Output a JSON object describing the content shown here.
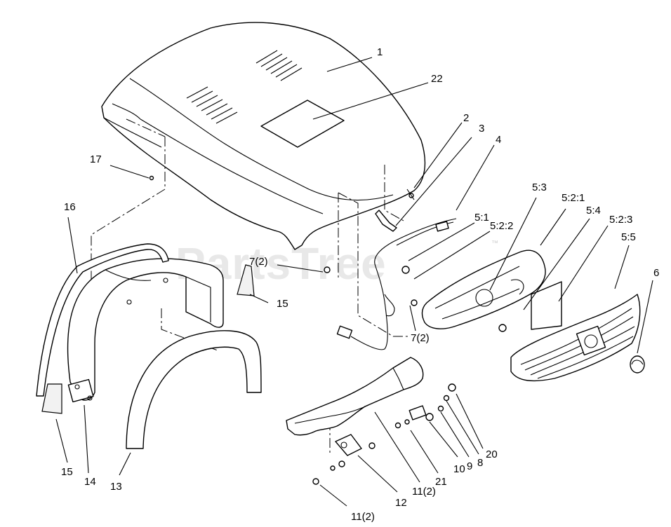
{
  "watermark": {
    "text": "PartsTree",
    "mark": "™"
  },
  "callouts": {
    "c1": "1",
    "c2": "2",
    "c3": "3",
    "c4": "4",
    "c5_1": "5:1",
    "c5_2_2": "5:2:2",
    "c5_3": "5:3",
    "c5_2_1": "5:2:1",
    "c5_4": "5:4",
    "c5_2_3": "5:2:3",
    "c5_5": "5:5",
    "c6": "6",
    "c7a": "7(2)",
    "c7b": "7(2)",
    "c8": "8",
    "c9": "9",
    "c10": "10",
    "c11a": "11(2)",
    "c11b": "11(2)",
    "c12": "12",
    "c13": "13",
    "c14": "14",
    "c15a": "15",
    "c15b": "15",
    "c16": "16",
    "c17": "17",
    "c20": "20",
    "c21": "21",
    "c22": "22"
  }
}
